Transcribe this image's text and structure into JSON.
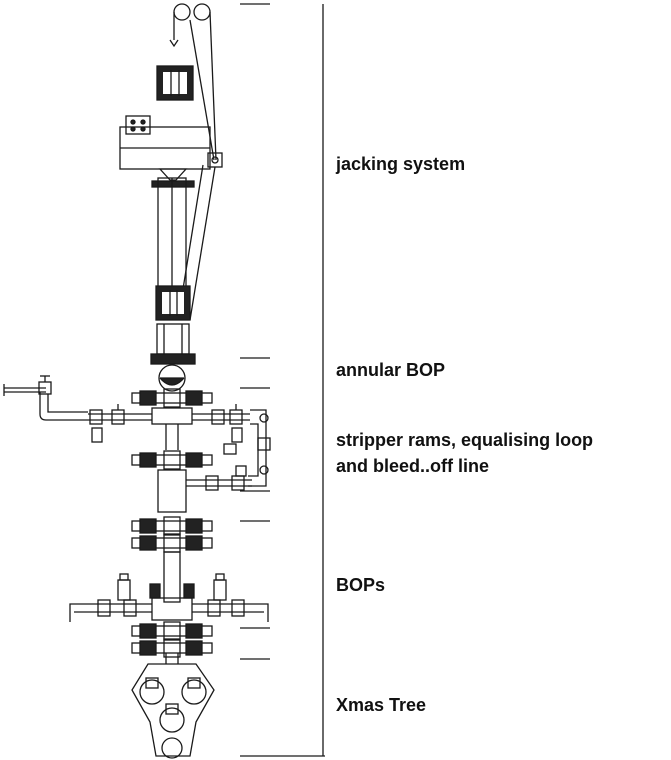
{
  "labels": {
    "jacking": "jacking system",
    "annular": "annular BOP",
    "stripper_1": "stripper rams, equalising loop",
    "stripper_2": "and bleed..off line",
    "bops": "BOPs",
    "xmas": "Xmas Tree"
  }
}
